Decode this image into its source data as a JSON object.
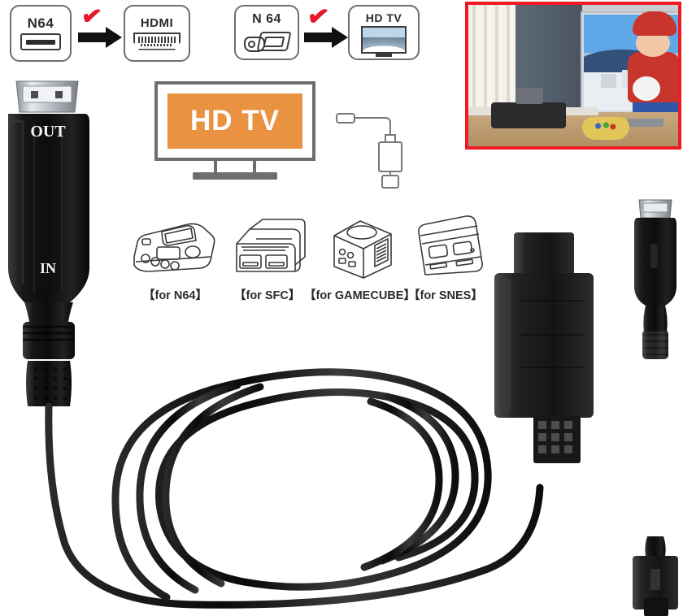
{
  "page": {
    "title": "N64 to HDMI Converter Cable Product Image",
    "background_color": "#ffffff"
  },
  "colors": {
    "accent_orange": "#e89242",
    "check_red": "#e8162a",
    "inset_border_red": "#ef1b24",
    "cable_black": "#141414",
    "line_art_gray": "#6e6e6e"
  },
  "compat_row_top": {
    "group_one": {
      "source_badge": {
        "label": "N64",
        "icon": "n64-av-port-icon"
      },
      "check": "✔",
      "arrow": "arrow-right-icon",
      "target_badge": {
        "label": "HDMI",
        "icon": "hdmi-port-icon"
      }
    },
    "group_two": {
      "source_badge": {
        "label": "N 64",
        "icon": "n64-console-controller-icon"
      },
      "check": "✔",
      "arrow": "arrow-right-icon",
      "target_badge": {
        "label": "HD TV",
        "icon": "hdtv-screen-icon"
      }
    }
  },
  "hdtv_illustration": {
    "screen_text": "HD TV",
    "screen_color": "#e89242"
  },
  "cable_diagram": {
    "icon": "cable-adapter-line-art"
  },
  "consoles": {
    "items": [
      {
        "name": "n64",
        "label": "【for N64】",
        "icon": "n64-console-outline-icon"
      },
      {
        "name": "sfc",
        "label": "【for SFC】",
        "icon": "sfc-console-outline-icon"
      },
      {
        "name": "gamecube",
        "label": "【for GAMECUBE】",
        "icon": "gamecube-console-outline-icon"
      },
      {
        "name": "snes",
        "label": "【for SNES】",
        "icon": "snes-console-outline-icon"
      }
    ]
  },
  "product": {
    "hdmi_adapter_head": {
      "out_label": "OUT",
      "in_label": "IN",
      "icon": "hdmi-adapter-head"
    },
    "n64_connector": {
      "icon": "n64-multi-out-connector"
    },
    "right_hdmi_plug": {
      "icon": "hdmi-plug"
    },
    "coiled_cable": {
      "icon": "coiled-cable"
    }
  },
  "photo_inset": {
    "caption": "",
    "scene": "n64-console-connected-to-tv-photo"
  }
}
